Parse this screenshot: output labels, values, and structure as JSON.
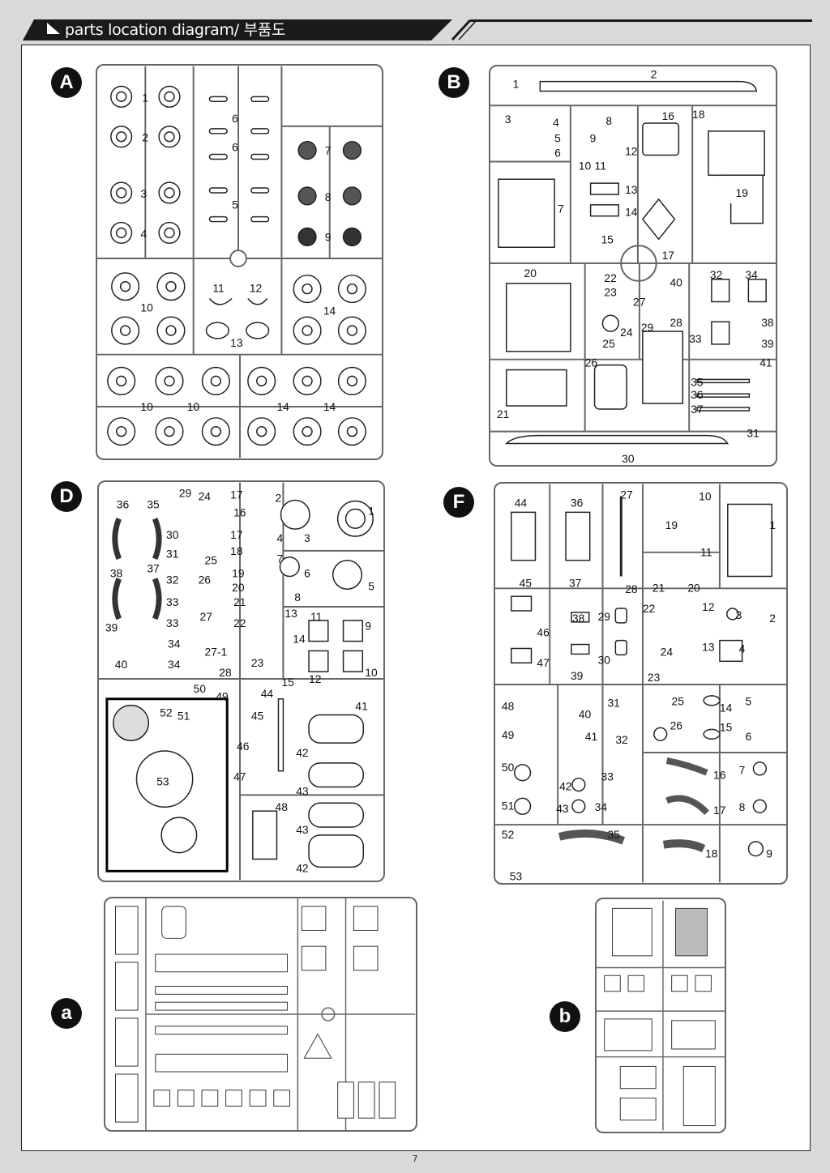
{
  "header": {
    "title": "parts location diagram/ 부품도"
  },
  "sections": {
    "A": "A",
    "B": "B",
    "D": "D",
    "F": "F",
    "a": "a",
    "b": "b"
  },
  "page_number": "7",
  "sprue_A": {
    "labels": [
      "1",
      "2",
      "3",
      "4",
      "6",
      "6",
      "5",
      "7",
      "8",
      "9",
      "10",
      "11",
      "12",
      "13",
      "14",
      "10",
      "10",
      "14",
      "14"
    ]
  },
  "sprue_B": {
    "labels": [
      "1",
      "2",
      "3",
      "4",
      "5",
      "6",
      "7",
      "8",
      "9",
      "10",
      "11",
      "12",
      "13",
      "14",
      "15",
      "16",
      "17",
      "18",
      "19",
      "20",
      "21",
      "22",
      "23",
      "24",
      "25",
      "26",
      "27",
      "28",
      "29",
      "30",
      "31",
      "32",
      "33",
      "34",
      "35",
      "36",
      "37",
      "38",
      "39",
      "40",
      "41"
    ]
  },
  "sprue_D": {
    "labels": [
      "1",
      "2",
      "3",
      "4",
      "5",
      "6",
      "7",
      "8",
      "9",
      "10",
      "11",
      "12",
      "13",
      "14",
      "15",
      "16",
      "17",
      "18",
      "19",
      "20",
      "21",
      "22",
      "23",
      "24",
      "25",
      "26",
      "27",
      "27-1",
      "28",
      "29",
      "30",
      "31",
      "32",
      "33",
      "34",
      "35",
      "36",
      "37",
      "38",
      "39",
      "40",
      "41",
      "42",
      "43",
      "44",
      "45",
      "46",
      "47",
      "48",
      "49",
      "50",
      "51",
      "52",
      "53"
    ]
  },
  "sprue_F": {
    "labels": [
      "1",
      "2",
      "3",
      "4",
      "5",
      "6",
      "7",
      "8",
      "9",
      "10",
      "11",
      "12",
      "13",
      "14",
      "15",
      "16",
      "17",
      "18",
      "19",
      "20",
      "21",
      "22",
      "23",
      "24",
      "25",
      "26",
      "27",
      "28",
      "29",
      "30",
      "31",
      "32",
      "33",
      "34",
      "35",
      "36",
      "37",
      "38",
      "39",
      "40",
      "41",
      "42",
      "43",
      "44",
      "45",
      "46",
      "47",
      "48",
      "49",
      "50",
      "51",
      "52",
      "53"
    ]
  }
}
